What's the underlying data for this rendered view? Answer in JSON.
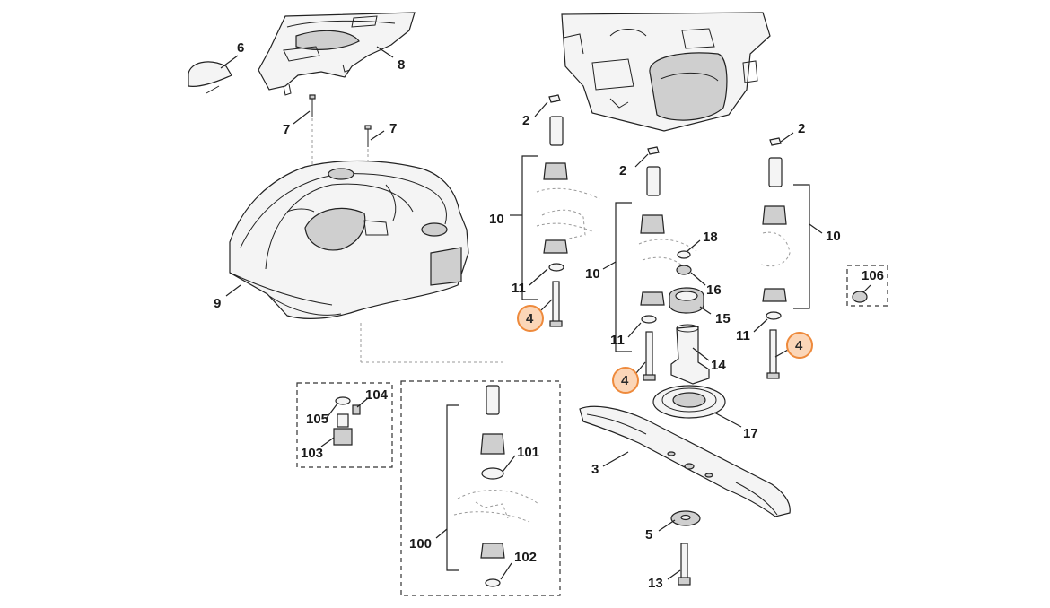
{
  "labels": {
    "p6": "6",
    "p8": "8",
    "p7a": "7",
    "p7b": "7",
    "p9": "9",
    "p2a": "2",
    "p2b": "2",
    "p2c": "2",
    "p10a": "10",
    "p10b": "10",
    "p10c": "10",
    "p11a": "11",
    "p11b": "11",
    "p11c": "11",
    "p4a": "4",
    "p4b": "4",
    "p4c": "4",
    "p18": "18",
    "p16": "16",
    "p15": "15",
    "p14": "14",
    "p17": "17",
    "p3": "3",
    "p5": "5",
    "p13": "13",
    "p104": "104",
    "p105": "105",
    "p103": "103",
    "p106": "106",
    "p100": "100",
    "p101": "101",
    "p102": "102"
  },
  "colors": {
    "highlight_fill": "#fbd6b8",
    "highlight_stroke": "#ee8a3c",
    "line": "#222222"
  }
}
